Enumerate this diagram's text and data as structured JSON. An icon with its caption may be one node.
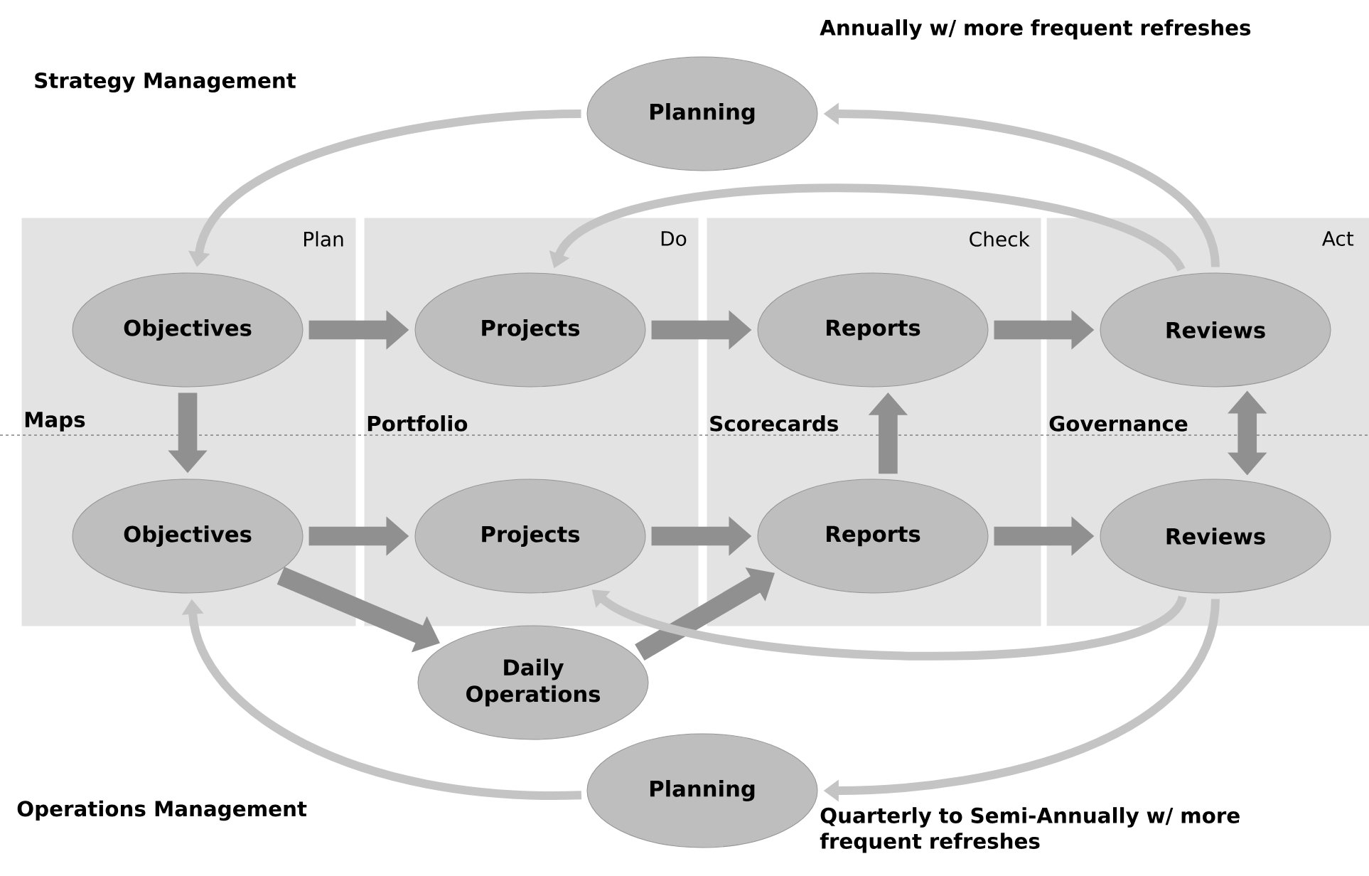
{
  "diagram": {
    "nodes": [
      {
        "text": [
          "Plan",
          "Maps"
        ]
      },
      {
        "text": [
          "Do",
          "Portfolio"
        ]
      },
      {
        "text": [
          "Check",
          "Scorecards"
        ]
      },
      {
        "text": [
          "Act",
          "Governance"
        ]
      },
      {
        "text": [
          "Planning"
        ],
        "beside": [
          "Annually w/ more frequent refreshes"
        ]
      },
      {
        "text": [
          "Objectives"
        ],
        "in": 0
      },
      {
        "text": [
          "Projects"
        ],
        "in": 1
      },
      {
        "text": [
          "Reports"
        ],
        "in": 2
      },
      {
        "text": [
          "Reviews"
        ],
        "in": 3
      },
      {
        "text": [
          "Objectives"
        ],
        "in": 0
      },
      {
        "text": [
          "Projects"
        ],
        "in": 1
      },
      {
        "text": [
          "Reports"
        ],
        "in": 2
      },
      {
        "text": [
          "Reviews"
        ],
        "in": 3
      },
      {
        "text": [
          "Daily Operations"
        ]
      },
      {
        "text": [
          "Planning"
        ],
        "beside": [
          "Quarterly to Semi-Annually w/ more frequent refreshes"
        ]
      }
    ],
    "edges": [
      {
        "from": 5,
        "to": 6,
        "arrow": "to"
      },
      {
        "from": 6,
        "to": 7,
        "arrow": "to"
      },
      {
        "from": 7,
        "to": 8,
        "arrow": "to"
      },
      {
        "from": 5,
        "to": 9,
        "arrow": "to"
      },
      {
        "from": 9,
        "to": 10,
        "arrow": "to"
      },
      {
        "from": 10,
        "to": 11,
        "arrow": "to"
      },
      {
        "from": 11,
        "to": 12,
        "arrow": "to"
      },
      {
        "from": 11,
        "to": 7,
        "arrow": "to"
      },
      {
        "from": 8,
        "to": 12,
        "arrow": "both"
      },
      {
        "from": 9,
        "to": 13,
        "arrow": "to"
      },
      {
        "from": 13,
        "to": 11,
        "arrow": "to"
      },
      {
        "from": 8,
        "to": 4,
        "arrow": "to",
        "color": "#c4c4c4"
      },
      {
        "from": 4,
        "to": 5,
        "arrow": "to",
        "color": "#c4c4c4"
      },
      {
        "from": 8,
        "to": 6,
        "arrow": "to",
        "color": "#c4c4c4"
      },
      {
        "from": 12,
        "to": 10,
        "arrow": "to",
        "color": "#c4c4c4"
      },
      {
        "from": 12,
        "to": 14,
        "arrow": "to",
        "color": "#c4c4c4"
      },
      {
        "from": 14,
        "to": 9,
        "arrow": "to",
        "color": "#c4c4c4"
      }
    ],
    "labels": [
      "Strategy Management",
      "Operations Management"
    ]
  }
}
